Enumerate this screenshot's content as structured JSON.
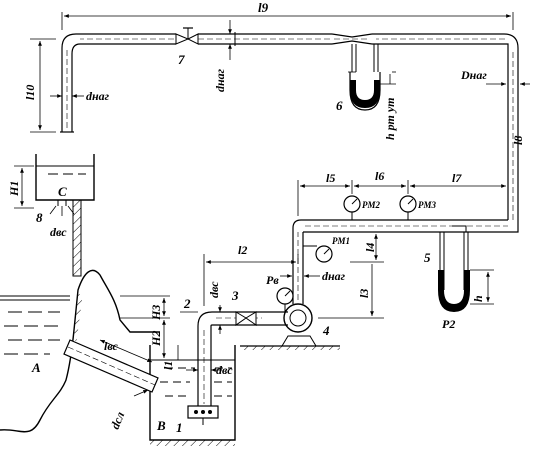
{
  "labels": {
    "l9": "l9",
    "l10": "l10",
    "l8": "l8",
    "l7": "l7",
    "l6": "l6",
    "l5": "l5",
    "l4": "l4",
    "l3": "l3",
    "l2": "l2",
    "l1": "l1",
    "lvs": "lвс",
    "H1": "H1",
    "H2": "H2",
    "H3": "H3",
    "dnag_top": "dнаг",
    "dnag_left": "dнаг",
    "dnag_pump": "dнаг",
    "Dnag": "Dнаг",
    "dvs_vert": "dвс",
    "dvs_right": "dвс",
    "dsl": "dсл",
    "dvs_pipe": "dвс",
    "hrtut6": "h рт ут",
    "h5": "h",
    "PM1": "PM1",
    "PM2": "PM2",
    "PM3": "PM3",
    "Pv": "Pв",
    "P2": "P2",
    "A": "A",
    "B": "B",
    "C": "C"
  },
  "numbers": {
    "n1": "1",
    "n2": "2",
    "n3": "3",
    "n4": "4",
    "n5": "5",
    "n6": "6",
    "n7": "7",
    "n8": "8"
  }
}
